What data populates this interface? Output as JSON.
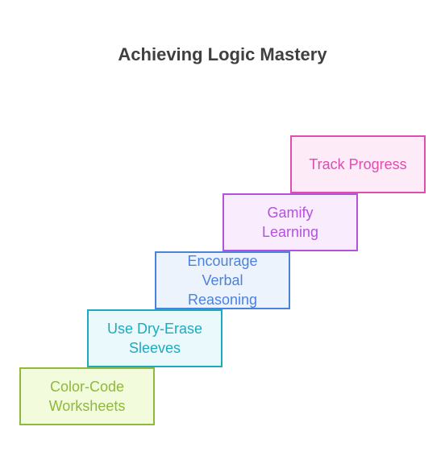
{
  "title": "Achieving Logic Mastery",
  "steps": [
    {
      "label": "Color-Code\nWorksheets",
      "fill": "#f2fbdc",
      "border": "#8fb93a",
      "text": "#8fb93a"
    },
    {
      "label": "Use Dry-Erase\nSleeves",
      "fill": "#e9f9fc",
      "border": "#1fa9be",
      "text": "#1fa9be"
    },
    {
      "label": "Encourage\nVerbal\nReasoning",
      "fill": "#edf3fd",
      "border": "#4a83de",
      "text": "#4a83de"
    },
    {
      "label": "Gamify\nLearning",
      "fill": "#f9edfd",
      "border": "#b451de",
      "text": "#b451de"
    },
    {
      "label": "Track Progress",
      "fill": "#fdebf7",
      "border": "#de4db0",
      "text": "#de4db0"
    }
  ]
}
